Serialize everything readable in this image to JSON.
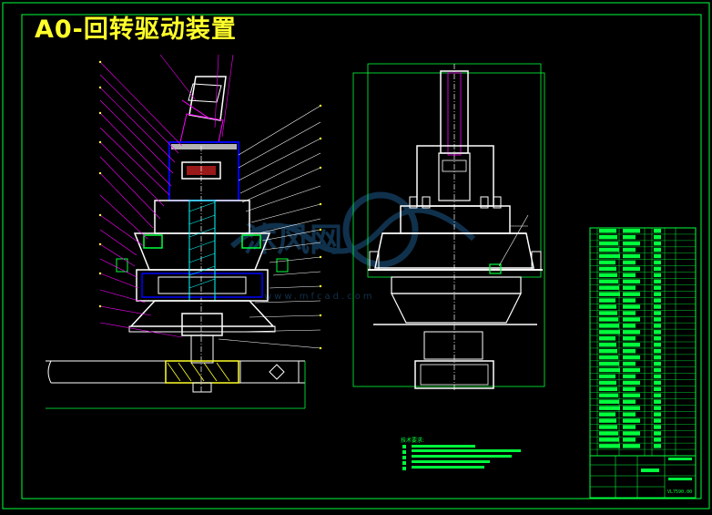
{
  "title": "A0-回转驱动装置",
  "colors": {
    "background": "#000000",
    "frame": "#00ff3c",
    "title": "#ffff2a",
    "outline": "#ffffff",
    "section": "#0000ff",
    "leader": "#ff00ff",
    "hatch": "#00ffff",
    "red": "#ff2a2a"
  },
  "watermark": "沐风网",
  "watermark_url": "www.mfcad.com",
  "technical_requirements": {
    "title": "技术要求:"
  },
  "title_block": {
    "drawing_number": "VL7590.00"
  },
  "parts_list": {
    "row_count": 36
  }
}
